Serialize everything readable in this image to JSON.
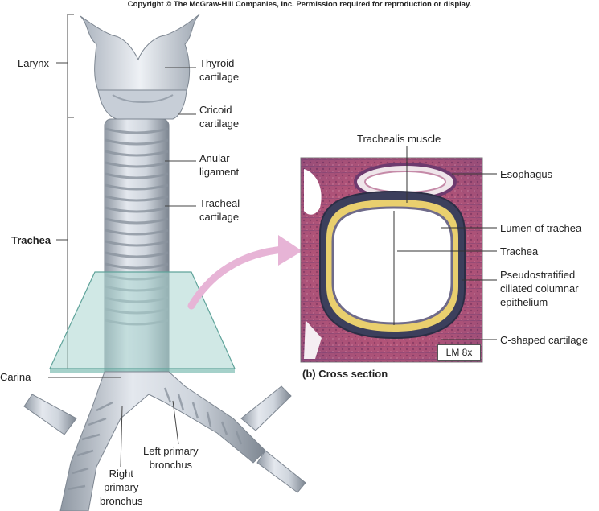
{
  "copyright": "Copyright © The McGraw-Hill Companies, Inc. Permission required for reproduction or display.",
  "labels": {
    "larynx": "Larynx",
    "thyroid": [
      "Thyroid",
      "cartilage"
    ],
    "cricoid": [
      "Cricoid",
      "cartilage"
    ],
    "anular": [
      "Anular",
      "ligament"
    ],
    "tracheal_cartilage": [
      "Tracheal",
      "cartilage"
    ],
    "trachea": "Trachea",
    "carina": "Carina",
    "left_bronchus": [
      "Left primary",
      "bronchus"
    ],
    "right_bronchus": [
      "Right",
      "primary",
      "bronchus"
    ]
  },
  "cross_section": {
    "trachealis": "Trachealis muscle",
    "esophagus": "Esophagus",
    "lumen": "Lumen of trachea",
    "trachea": "Trachea",
    "epithelium": [
      "Pseudostratified",
      "ciliated columnar",
      "epithelium"
    ],
    "c_cartilage": "C-shaped cartilage",
    "magnification": "LM 8x",
    "caption": "(b) Cross section"
  },
  "colors": {
    "cartilage": "#d9dde4",
    "cartilage_shade": "#9aa3ae",
    "glass_plane": "#a9d6cf",
    "arrow": "#e7b4d6",
    "tissue": "#b5557a",
    "yellow_cartilage": "#e9cf6e"
  }
}
